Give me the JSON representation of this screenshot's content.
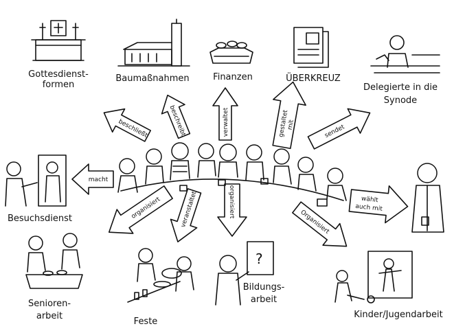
{
  "labels": {
    "gottesdienst_1": "Gottesdienst-",
    "gottesdienst_2": "formen",
    "baumassnahmen": "Baumaßnahmen",
    "finanzen": "Finanzen",
    "ueberkreuz": "ÜBERKREUZ",
    "delegierte_1": "Delegierte in die",
    "delegierte_2": "Synode",
    "besuchsdienst": "Besuchsdienst",
    "senioren_1": "Senioren-",
    "senioren_2": "arbeit",
    "feste": "Feste",
    "bildung_1": "Bildungs-",
    "bildung_2": "arbeit",
    "kinder": "Kinder/Jugendarbeit"
  },
  "arrows": {
    "beschliesst": "beschließt",
    "beschreibt": "beschreibt",
    "verwaltet": "verwaltet",
    "gestaltet_1": "gestaltet",
    "gestaltet_2": "mit",
    "sendet": "sendet",
    "macht": "macht",
    "waehlt_1": "wählt",
    "waehlt_2": "auch mit",
    "organisiert_left": "organisiert",
    "veranstaltet": "veranstaltet",
    "organisiert_center": "organisiert",
    "organisiert_right": "Organisiert"
  },
  "colors": {
    "ink": "#111111",
    "paper": "#ffffff"
  }
}
